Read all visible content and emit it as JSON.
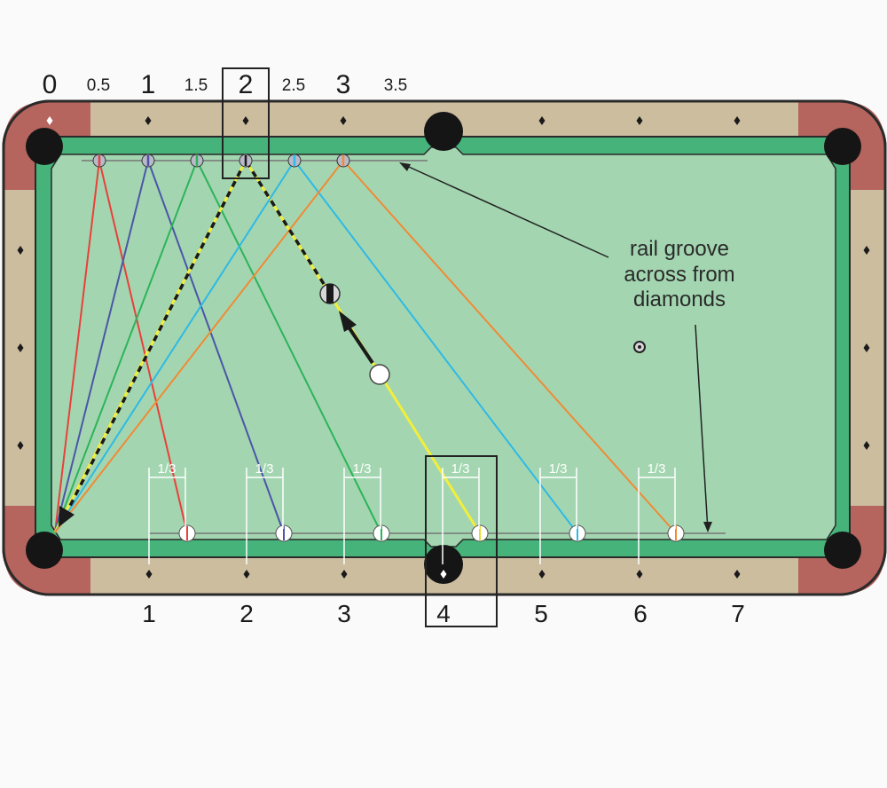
{
  "top_labels": [
    "0",
    "0.5",
    "1",
    "1.5",
    "2",
    "2.5",
    "3",
    "3.5"
  ],
  "bottom_labels": [
    "1",
    "2",
    "3",
    "4",
    "5",
    "6",
    "7"
  ],
  "third_label": "1/3",
  "annotation": [
    "rail groove",
    "across from",
    "diamonds"
  ],
  "highlighted": {
    "top": "2",
    "bottom": "4"
  },
  "colors": {
    "background": "#fafafa",
    "cloth": "#a3d6b0",
    "cushion": "#46b47a",
    "rail_wood": "#ccbd9f",
    "corner_cap": "#b5645e",
    "pocket": "#151515",
    "lines": [
      "#e8403a",
      "#4b55a8",
      "#2db35a",
      "#f2ee3a",
      "#2fb9e6",
      "#f08a35"
    ],
    "dashed_path": "#1a1a1a",
    "arrow": "#1a1a1a"
  },
  "icons": [
    "diamond-sight-icon",
    "pocket-icon",
    "cue-ball-icon",
    "object-ball-icon",
    "arrow-icon"
  ]
}
